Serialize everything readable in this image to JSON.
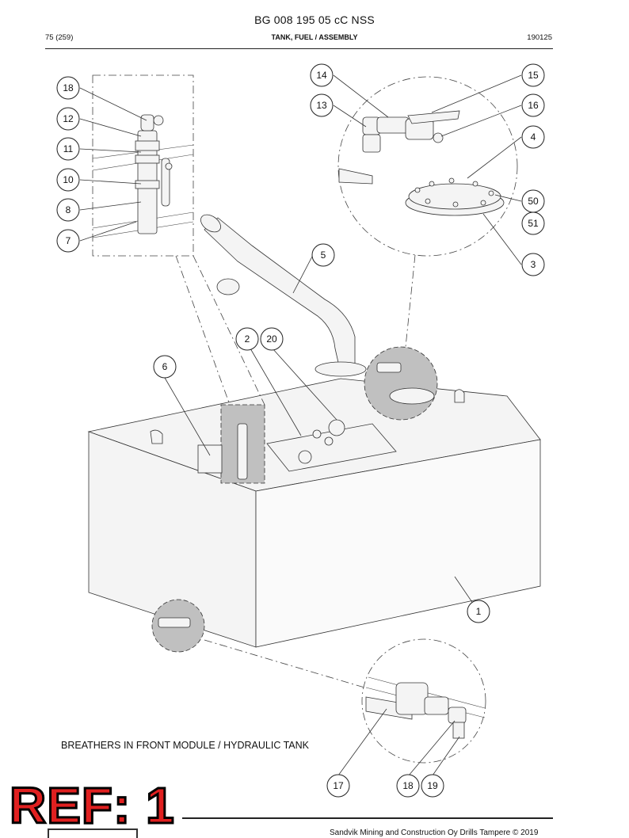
{
  "header": {
    "doc_number": "BG 008 195 05 cC NSS",
    "page": "75 (259)",
    "section_title": "TANK, FUEL / ASSEMBLY",
    "date_code": "190125"
  },
  "callouts": [
    {
      "label": "18",
      "name": "callout-18-breather-top"
    },
    {
      "label": "12",
      "name": "callout-12"
    },
    {
      "label": "11",
      "name": "callout-11"
    },
    {
      "label": "10",
      "name": "callout-10"
    },
    {
      "label": "8",
      "name": "callout-8"
    },
    {
      "label": "7",
      "name": "callout-7"
    },
    {
      "label": "14",
      "name": "callout-14"
    },
    {
      "label": "13",
      "name": "callout-13"
    },
    {
      "label": "15",
      "name": "callout-15"
    },
    {
      "label": "16",
      "name": "callout-16"
    },
    {
      "label": "4",
      "name": "callout-4"
    },
    {
      "label": "50",
      "name": "callout-50"
    },
    {
      "label": "51",
      "name": "callout-51"
    },
    {
      "label": "3",
      "name": "callout-3"
    },
    {
      "label": "5",
      "name": "callout-5"
    },
    {
      "label": "2",
      "name": "callout-2"
    },
    {
      "label": "20",
      "name": "callout-20"
    },
    {
      "label": "6",
      "name": "callout-6"
    },
    {
      "label": "1",
      "name": "callout-1"
    },
    {
      "label": "17",
      "name": "callout-17"
    },
    {
      "label": "18",
      "name": "callout-18-bottom"
    },
    {
      "label": "19",
      "name": "callout-19"
    }
  ],
  "caption": "BREATHERS IN FRONT MODULE / HYDRAULIC TANK",
  "ref_badge": "REF: 1",
  "footer": {
    "copyright": "Sandvik Mining and Construction Oy Drills Tampere © 2019"
  }
}
